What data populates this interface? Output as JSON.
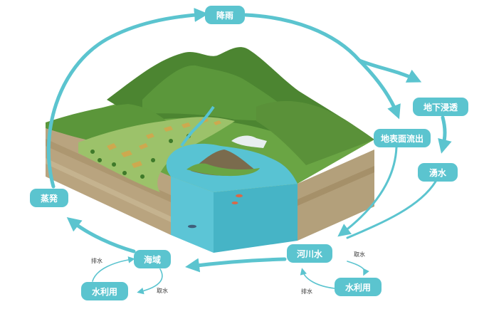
{
  "colors": {
    "accent": "#5bc4cf",
    "water": "#58c3d3",
    "forest": "#5d9a3d",
    "mountain": "#4f8a33",
    "earth": "#b7a27e"
  },
  "labels": {
    "rain": "降雨",
    "infiltration": "地下浸透",
    "runoff": "地表面流出",
    "spring": "湧水",
    "river": "河川水",
    "sea": "海域",
    "evaporation": "蒸発",
    "water_use_left": "水利用",
    "water_use_right": "水利用",
    "intake_left": "取水",
    "discharge_left": "排水",
    "intake_right": "取水",
    "discharge_right": "排水"
  }
}
